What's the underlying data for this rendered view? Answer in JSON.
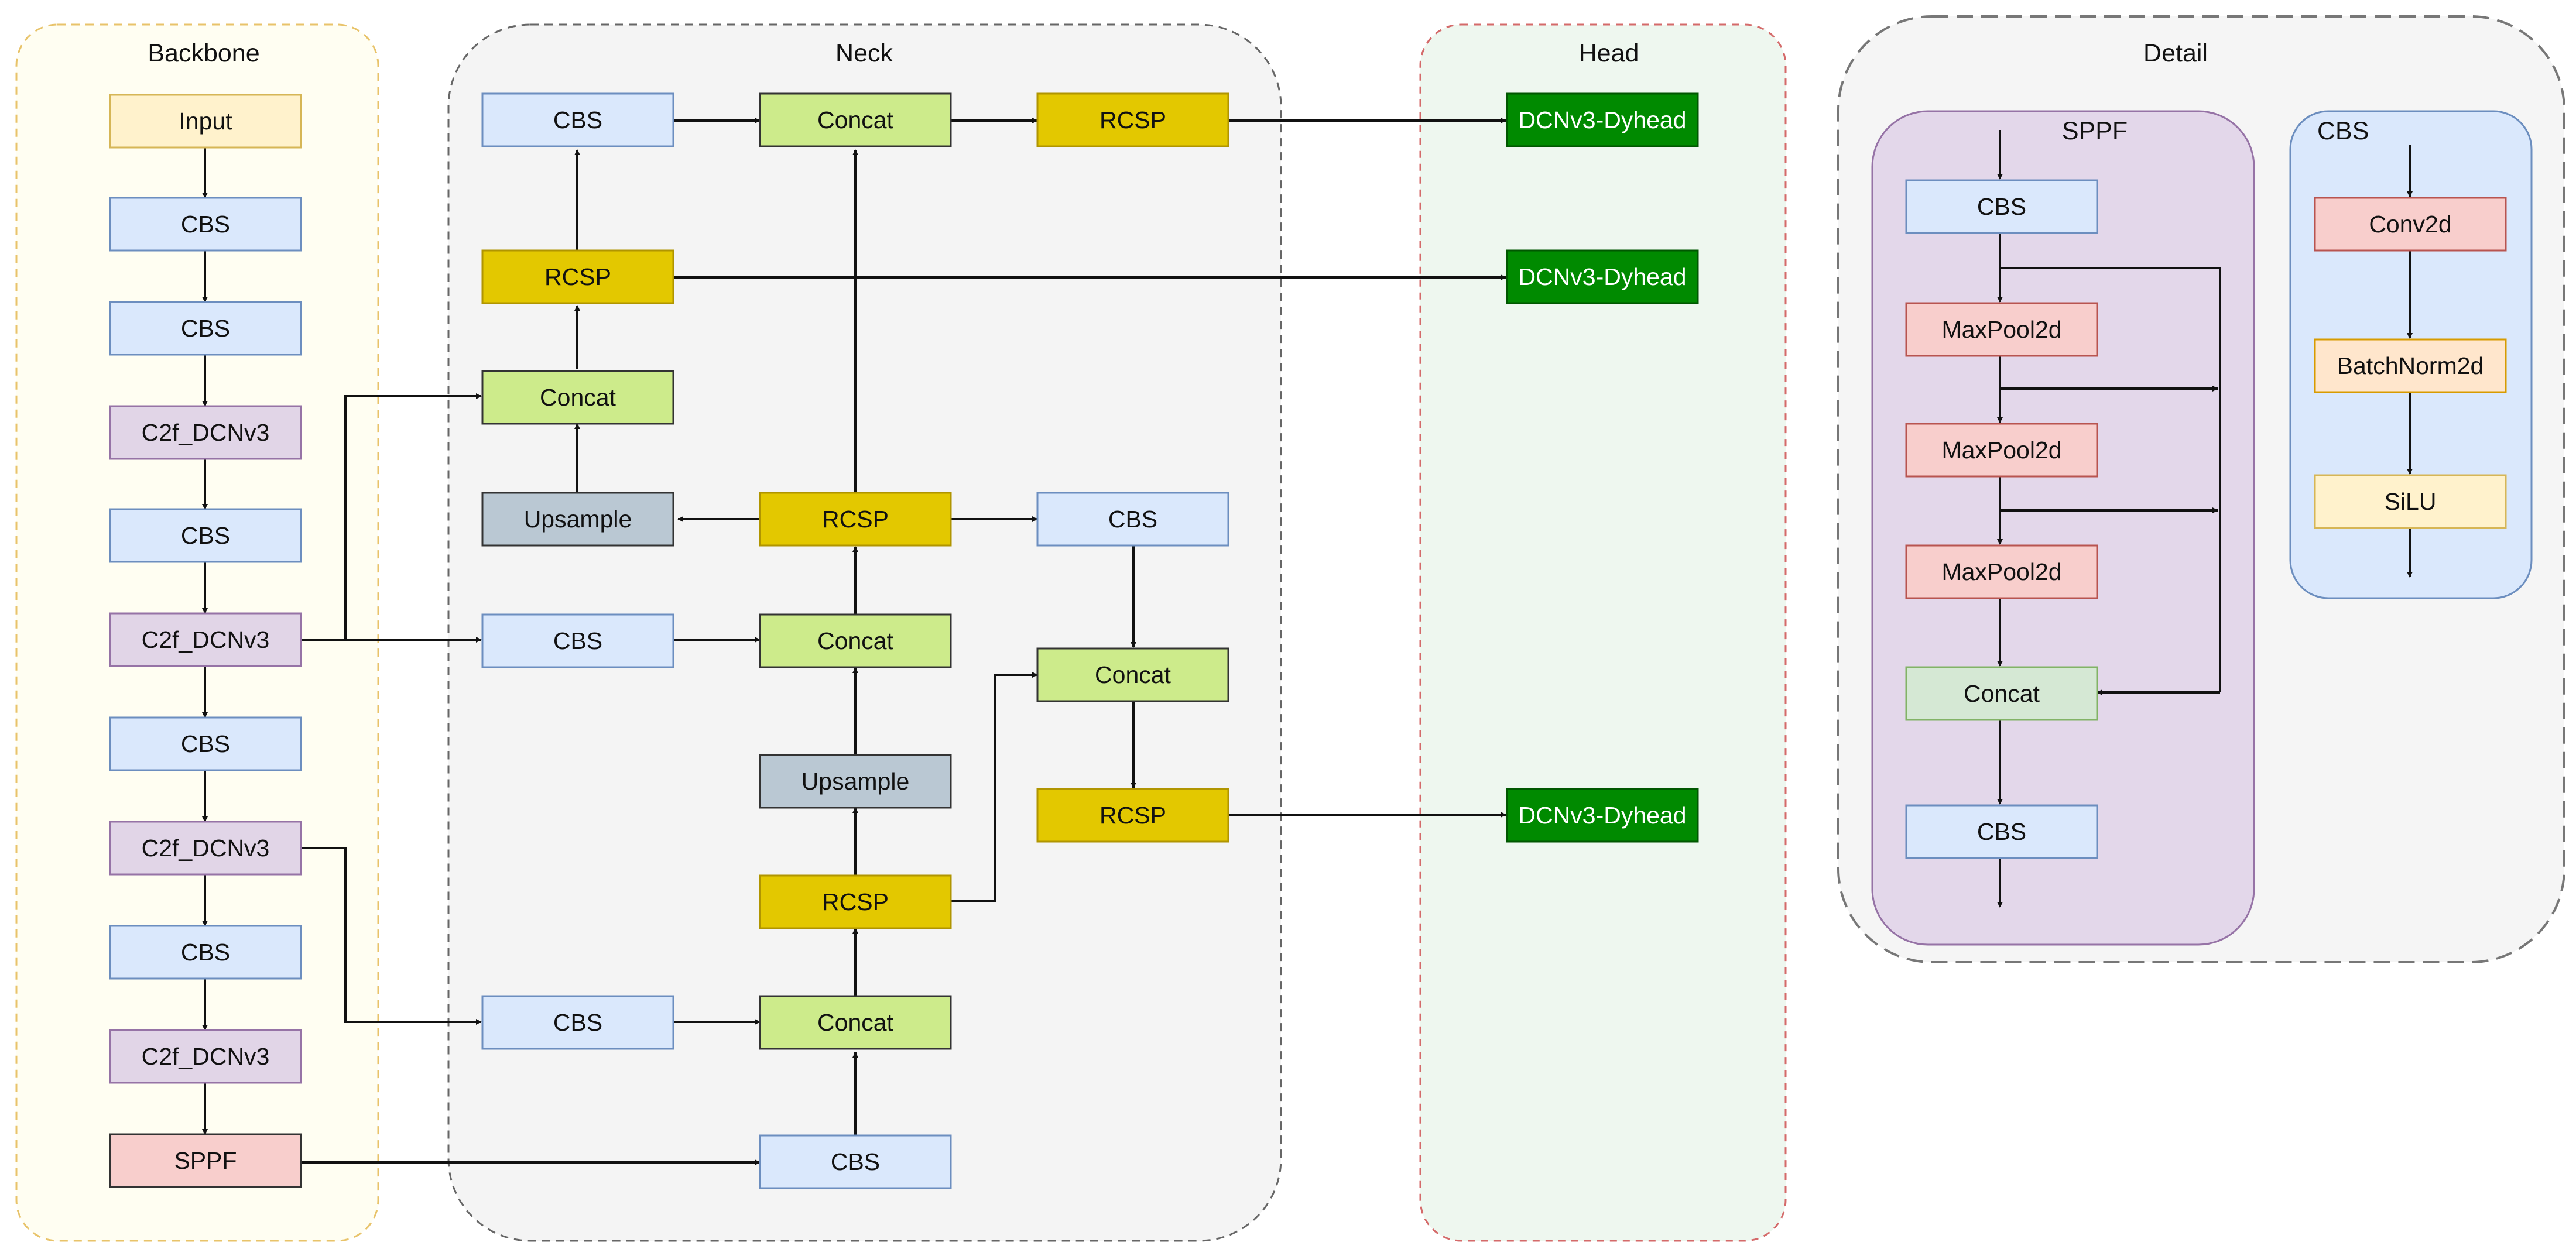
{
  "titles": {
    "backbone": "Backbone",
    "neck": "Neck",
    "head": "Head",
    "detail": "Detail",
    "sppf": "SPPF",
    "cbs": "CBS"
  },
  "colors": {
    "backbone_panel": "#fffef2",
    "neck_panel": "#f4f4f4",
    "head_panel": "#eef7ef",
    "detail_panel": "#f5f5f5",
    "sppf_panel": "#e3d7ea",
    "cbs_panel": "#dae8fc",
    "input": "#fff2cc",
    "cbs": "#dae8fc",
    "c2f": "#e1d5e7",
    "sppf": "#f8cecc",
    "concat": "#cdeb8b",
    "rcsp": "#e3c800",
    "upsample": "#bac8d3",
    "dyhead": "#008a00",
    "maxpool": "#f8cecc",
    "conv2d": "#f8cecc",
    "batchnorm": "#ffe6cc",
    "silu": "#fff2cc",
    "sppf_concat": "#d5e8d4"
  },
  "backbone": {
    "nodes": [
      "Input",
      "CBS",
      "CBS",
      "C2f_DCNv3",
      "CBS",
      "C2f_DCNv3",
      "CBS",
      "C2f_DCNv3",
      "CBS",
      "C2f_DCNv3",
      "SPPF"
    ]
  },
  "neck": {
    "cbs_top": "CBS",
    "concat_top": "Concat",
    "rcsp_top": "RCSP",
    "rcsp_2": "RCSP",
    "concat_3": "Concat",
    "upsample_1": "Upsample",
    "rcsp_mid": "RCSP",
    "cbs_right": "CBS",
    "cbs_mid": "CBS",
    "concat_mid": "Concat",
    "concat_right": "Concat",
    "upsample_2": "Upsample",
    "rcsp_right": "RCSP",
    "rcsp_low": "RCSP",
    "cbs_low": "CBS",
    "concat_low": "Concat",
    "cbs_bottom": "CBS"
  },
  "head": {
    "nodes": [
      "DCNv3-Dyhead",
      "DCNv3-Dyhead",
      "DCNv3-Dyhead"
    ]
  },
  "detail": {
    "sppf_nodes": [
      "CBS",
      "MaxPool2d",
      "MaxPool2d",
      "MaxPool2d",
      "Concat",
      "CBS"
    ],
    "cbs_nodes": [
      "Conv2d",
      "BatchNorm2d",
      "SiLU"
    ]
  }
}
